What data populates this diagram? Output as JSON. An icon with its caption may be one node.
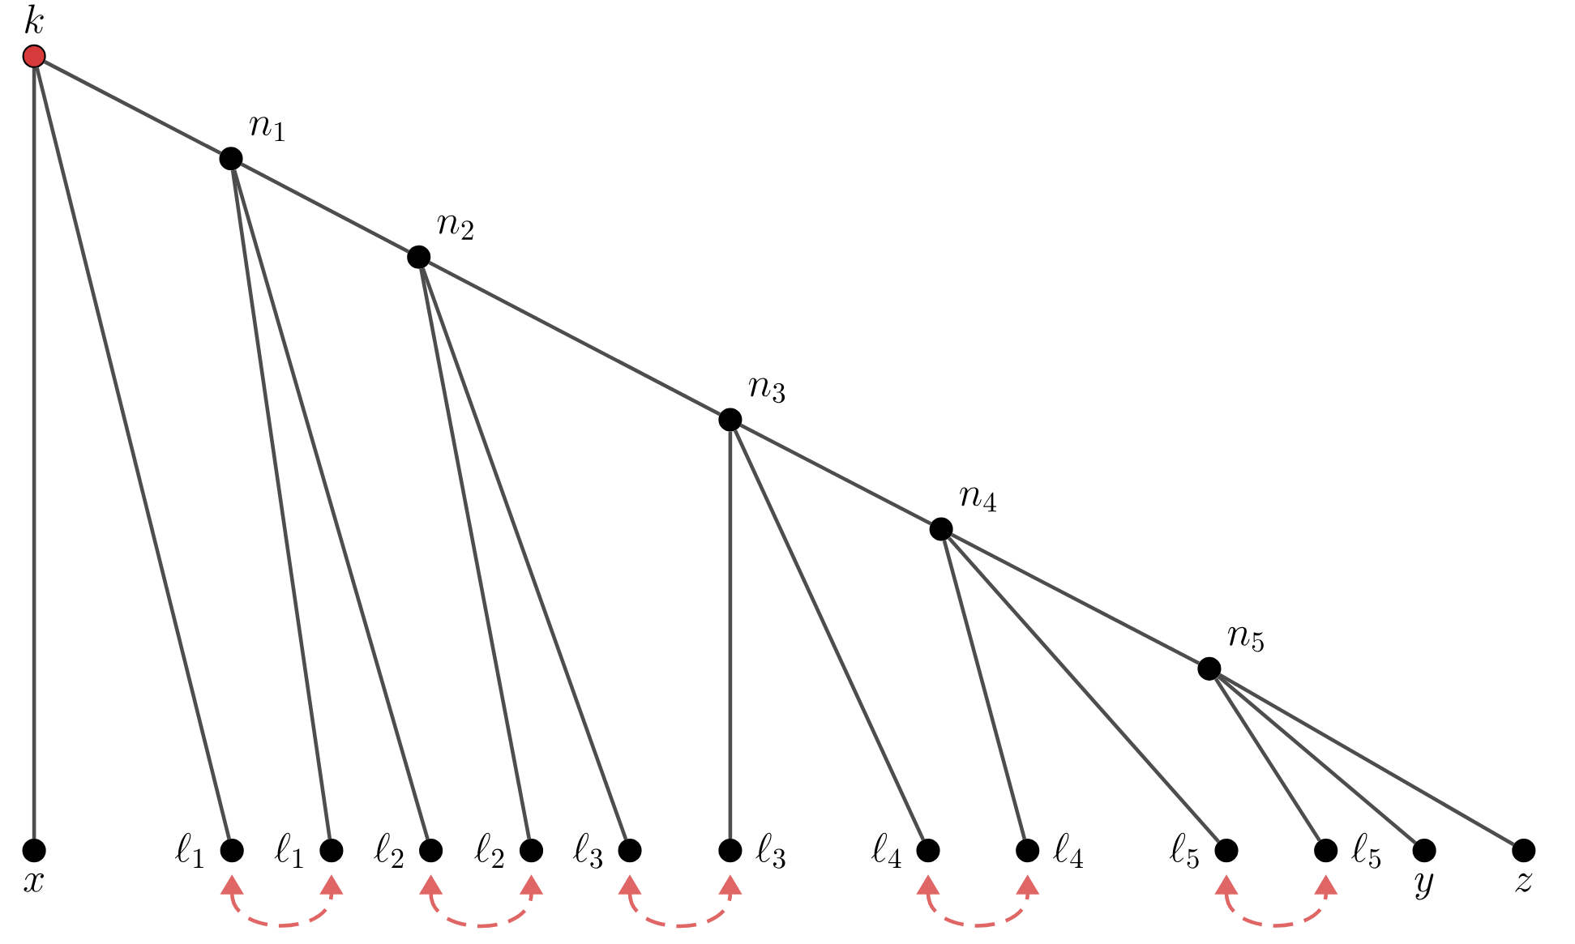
{
  "diagram": {
    "nodes": [
      {
        "text": [],
        "shape": "circle",
        "beside": [
          "k"
        ]
      },
      {
        "text": [],
        "shape": "circle",
        "beside": [
          "n_1"
        ]
      },
      {
        "text": [],
        "shape": "circle",
        "beside": [
          "n_2"
        ]
      },
      {
        "text": [],
        "shape": "circle",
        "beside": [
          "n_3"
        ]
      },
      {
        "text": [],
        "shape": "circle",
        "beside": [
          "n_4"
        ]
      },
      {
        "text": [],
        "shape": "circle",
        "beside": [
          "n_5"
        ]
      },
      {
        "text": [],
        "shape": "circle",
        "beside": [
          "x"
        ]
      },
      {
        "text": [],
        "shape": "circle",
        "beside": [
          "\\ell_1"
        ]
      },
      {
        "text": [],
        "shape": "circle",
        "beside": [
          "\\ell_1"
        ]
      },
      {
        "text": [],
        "shape": "circle",
        "beside": [
          "\\ell_2"
        ]
      },
      {
        "text": [],
        "shape": "circle",
        "beside": [
          "\\ell_2"
        ]
      },
      {
        "text": [],
        "shape": "circle",
        "beside": [
          "\\ell_3"
        ]
      },
      {
        "text": [],
        "shape": "circle",
        "beside": [
          "\\ell_3"
        ]
      },
      {
        "text": [],
        "shape": "circle",
        "beside": [
          "\\ell_4"
        ]
      },
      {
        "text": [],
        "shape": "circle",
        "beside": [
          "\\ell_4"
        ]
      },
      {
        "text": [],
        "shape": "circle",
        "beside": [
          "\\ell_5"
        ]
      },
      {
        "text": [],
        "shape": "circle",
        "beside": [
          "\\ell_5"
        ]
      },
      {
        "text": [],
        "shape": "circle",
        "beside": [
          "y"
        ]
      },
      {
        "text": [],
        "shape": "circle",
        "beside": [
          "z"
        ]
      }
    ],
    "edges": [
      {
        "from": 0,
        "to": 1,
        "arrow": "none"
      },
      {
        "from": 1,
        "to": 2,
        "arrow": "none"
      },
      {
        "from": 2,
        "to": 3,
        "arrow": "none"
      },
      {
        "from": 3,
        "to": 4,
        "arrow": "none"
      },
      {
        "from": 4,
        "to": 5,
        "arrow": "none"
      },
      {
        "from": 0,
        "to": 6,
        "arrow": "none"
      },
      {
        "from": 0,
        "to": 7,
        "arrow": "none"
      },
      {
        "from": 1,
        "to": 8,
        "arrow": "none"
      },
      {
        "from": 1,
        "to": 9,
        "arrow": "none"
      },
      {
        "from": 2,
        "to": 10,
        "arrow": "none"
      },
      {
        "from": 2,
        "to": 11,
        "arrow": "none"
      },
      {
        "from": 3,
        "to": 12,
        "arrow": "none"
      },
      {
        "from": 3,
        "to": 13,
        "arrow": "none"
      },
      {
        "from": 4,
        "to": 14,
        "arrow": "none"
      },
      {
        "from": 4,
        "to": 15,
        "arrow": "none"
      },
      {
        "from": 5,
        "to": 16,
        "arrow": "none"
      },
      {
        "from": 5,
        "to": 17,
        "arrow": "none"
      },
      {
        "from": 5,
        "to": 18,
        "arrow": "none"
      },
      {
        "from": 7,
        "to": 8,
        "arrow": "both",
        "style": "dashed",
        "color": "#e06666"
      },
      {
        "from": 9,
        "to": 10,
        "arrow": "both",
        "style": "dashed",
        "color": "#e06666"
      },
      {
        "from": 11,
        "to": 12,
        "arrow": "both",
        "style": "dashed",
        "color": "#e06666"
      },
      {
        "from": 13,
        "to": 14,
        "arrow": "both",
        "style": "dashed",
        "color": "#e06666"
      },
      {
        "from": 15,
        "to": 16,
        "arrow": "both",
        "style": "dashed",
        "color": "#e06666"
      }
    ]
  }
}
